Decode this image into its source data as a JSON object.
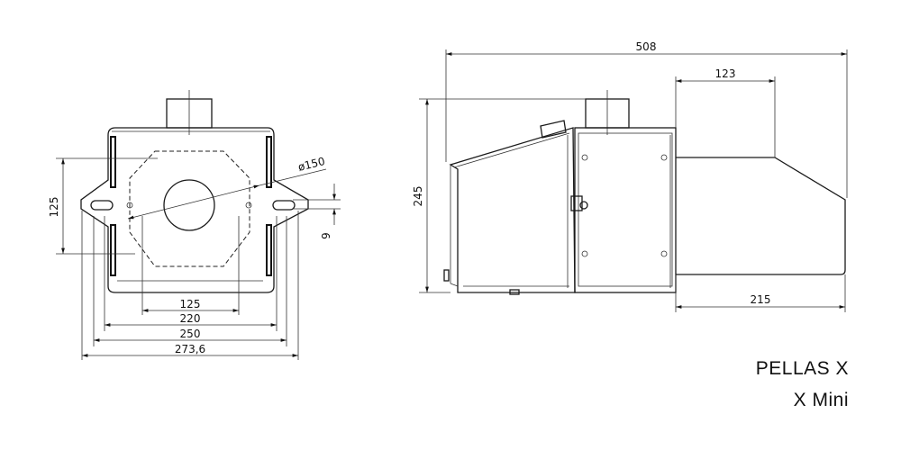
{
  "title": {
    "line1": "PELLAS X",
    "line2": "X Mini"
  },
  "front_view": {
    "dims": {
      "height_125": "125",
      "diameter": "ø150",
      "offset_9": "9",
      "width_125": "125",
      "width_220": "220",
      "width_250": "250",
      "width_273_6": "273,6"
    }
  },
  "side_view": {
    "dims": {
      "length_508": "508",
      "length_123": "123",
      "height_245": "245",
      "length_215": "215"
    }
  }
}
